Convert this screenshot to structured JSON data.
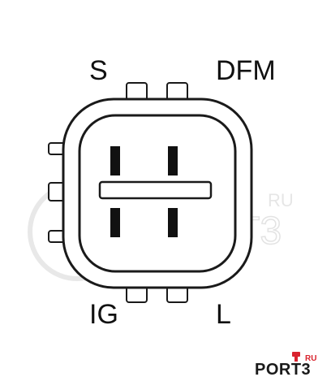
{
  "diagram": {
    "labels": {
      "top_left": "S",
      "top_right": "DFM",
      "bottom_left": "IG",
      "bottom_right": "L"
    }
  },
  "logo": {
    "text": "PORT3",
    "suffix": "RU"
  },
  "watermark": {
    "text": "PORT3",
    "suffix": "RU"
  },
  "colors": {
    "outline": "#1a1a1a",
    "brand_red": "#d9232e",
    "watermark": "#dcdcdc"
  }
}
